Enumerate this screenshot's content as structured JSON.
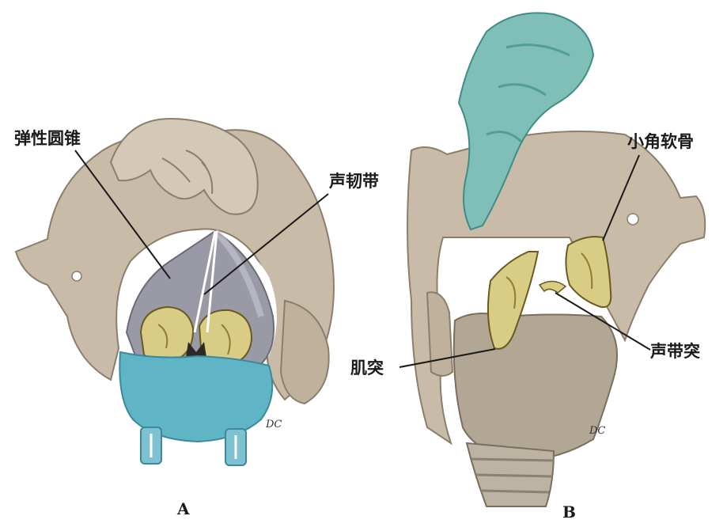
{
  "labels": {
    "elastic_cone": "弹性圆锥",
    "vocal_ligament": "声韧带",
    "corniculate": "小角软骨",
    "muscular_process": "肌突",
    "vocal_process": "声带突"
  },
  "panels": {
    "a": "A",
    "b": "B"
  },
  "signature": "DC",
  "colors": {
    "cartilage": "#c8bba8",
    "cartilage_shade": "#a89a86",
    "epiglottis": "#7fbfb8",
    "cricoid_a": "#5fb4c6",
    "arytenoid": "#d9cd86",
    "cone": "#9a9aa6"
  }
}
